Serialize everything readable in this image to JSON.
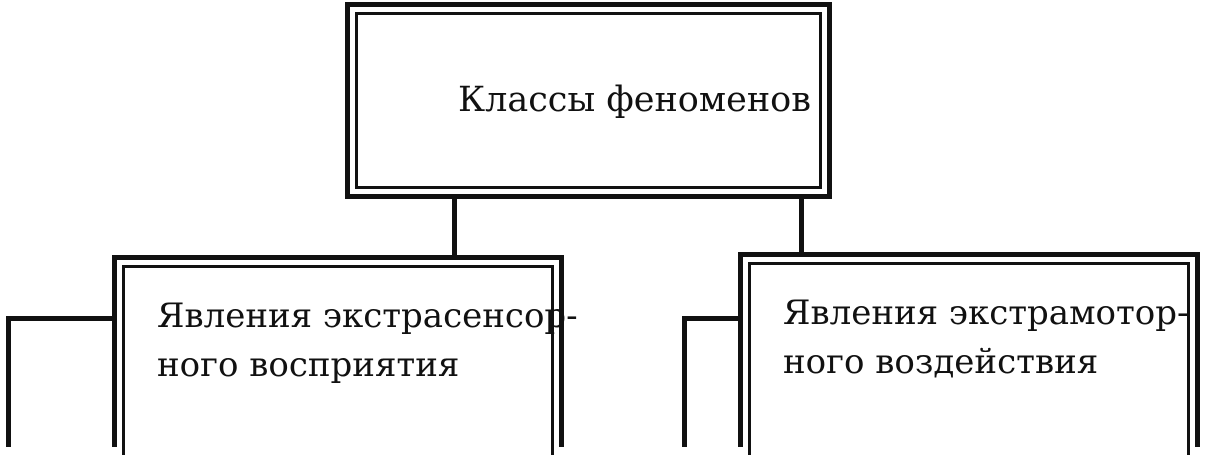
{
  "diagram": {
    "root": {
      "label": "Классы феноменов"
    },
    "children": [
      {
        "line1": "Явления экстрасенсор-",
        "line2": "ного восприятия"
      },
      {
        "line1": "Явления экстрамотор-",
        "line2": "ного воздействия"
      }
    ]
  }
}
